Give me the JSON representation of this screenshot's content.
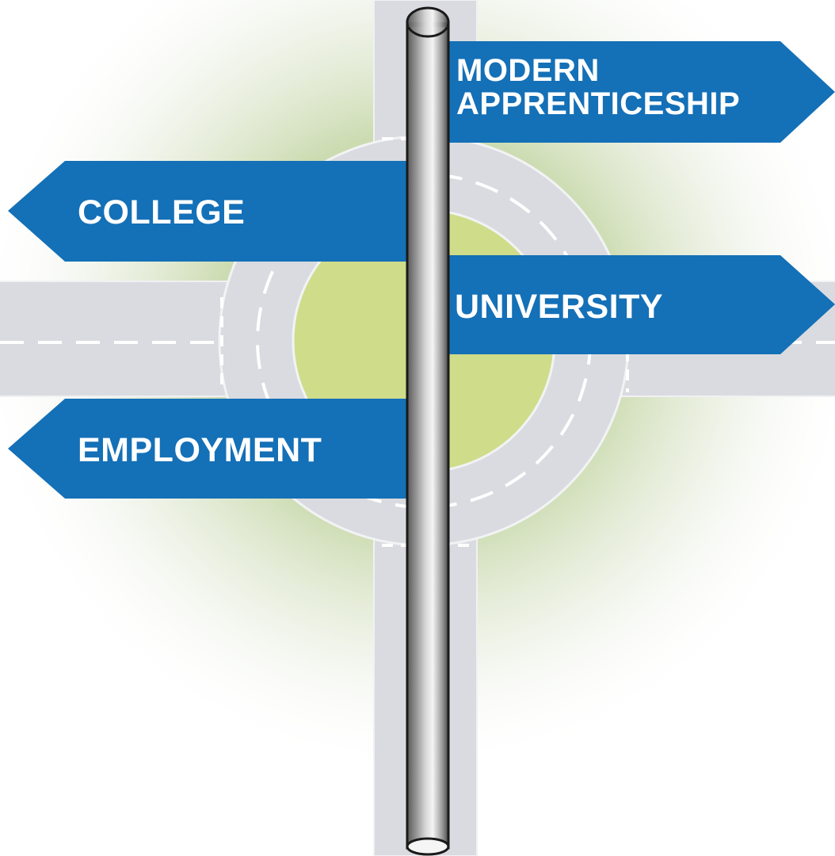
{
  "signs": {
    "modern_apprenticeship": "MODERN\nAPPRENTICESHIP",
    "college": "COLLEGE",
    "university": "UNIVERSITY",
    "employment": "EMPLOYMENT"
  },
  "colors": {
    "sign_blue": "#1470b7",
    "road_gray": "#d9dbe0",
    "roundabout_green": "#cfdc8a",
    "glow_green": "#b9cf95",
    "lane_marking": "#ffffff"
  }
}
